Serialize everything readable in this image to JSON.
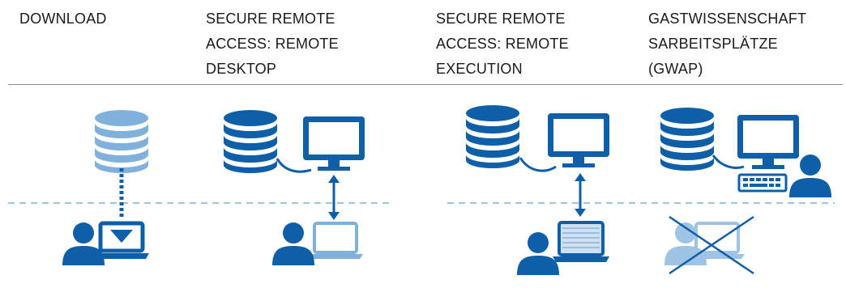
{
  "columns": [
    {
      "title_lines": [
        "DOWNLOAD"
      ]
    },
    {
      "title_lines": [
        "SECURE REMOTE",
        "ACCESS: REMOTE",
        "DESKTOP"
      ]
    },
    {
      "title_lines": [
        "SECURE REMOTE",
        "ACCESS: REMOTE",
        "EXECUTION"
      ]
    },
    {
      "title_lines": [
        "GASTWISSENSCHAFT",
        "SARBEITSPLÄTZE",
        "(GWAP)"
      ]
    }
  ],
  "colors": {
    "primary_blue": "#0e5fa8",
    "light_blue": "#7fb1dc",
    "dashed_line": "#9ec3e4",
    "text": "#1a1a1a"
  },
  "icons": [
    "database-icon",
    "monitor-icon",
    "user-icon",
    "laptop-icon",
    "download-arrow-icon",
    "keyboard-icon",
    "cross-out-icon"
  ]
}
